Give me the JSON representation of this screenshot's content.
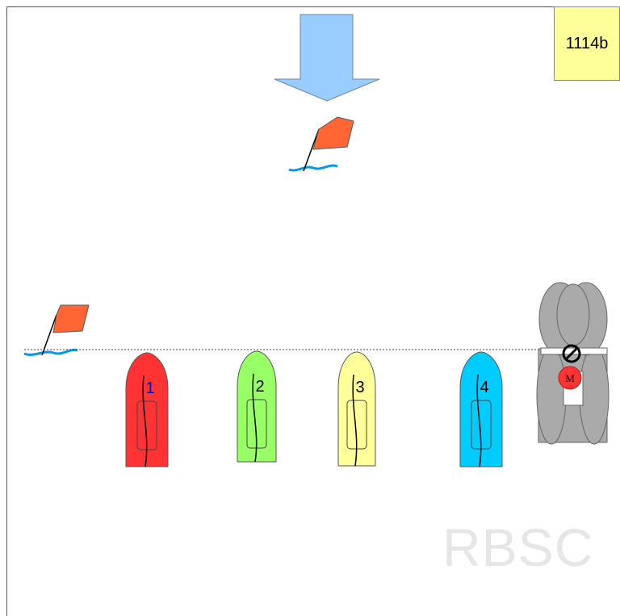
{
  "diagram_code": "1114b",
  "watermark": "RBSC",
  "wind_arrow": {
    "color": "#99ccff"
  },
  "marks": [
    {
      "name": "windward-mark",
      "flag_color": "#ff6633",
      "water_color": "#0099ee"
    },
    {
      "name": "pin-end-mark",
      "flag_color": "#ff6633",
      "water_color": "#0099ee"
    }
  ],
  "boats": [
    {
      "label": "1",
      "hull_color": "#ff3333",
      "label_color": "#0000cc"
    },
    {
      "label": "2",
      "hull_color": "#99ff66",
      "label_color": "#000000"
    },
    {
      "label": "3",
      "hull_color": "#ffff99",
      "label_color": "#000000"
    },
    {
      "label": "4",
      "hull_color": "#00ccff",
      "label_color": "#000000"
    }
  ],
  "committee_boat": {
    "hull_color": "#aaaaaa",
    "mark_label": "M",
    "mark_color": "#ff3333"
  }
}
